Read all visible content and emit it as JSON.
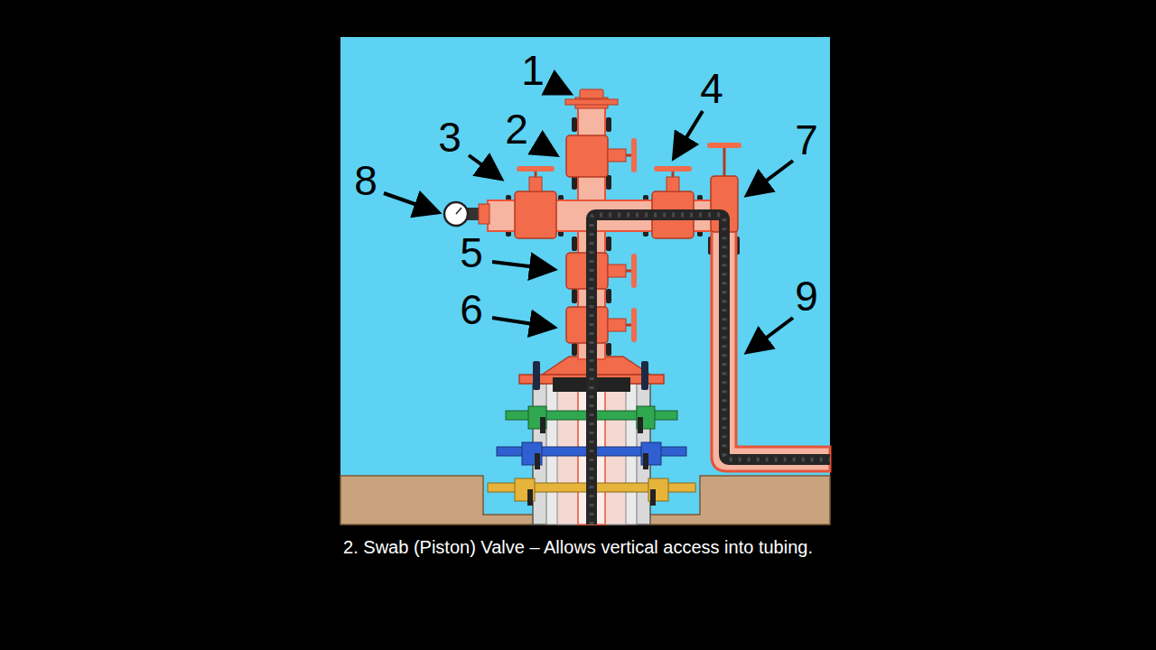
{
  "diagram": {
    "caption": "2. Swab (Piston) Valve – Allows vertical access into tubing.",
    "labels": [
      "1",
      "2",
      "3",
      "4",
      "7",
      "8",
      "5",
      "6",
      "9"
    ]
  }
}
